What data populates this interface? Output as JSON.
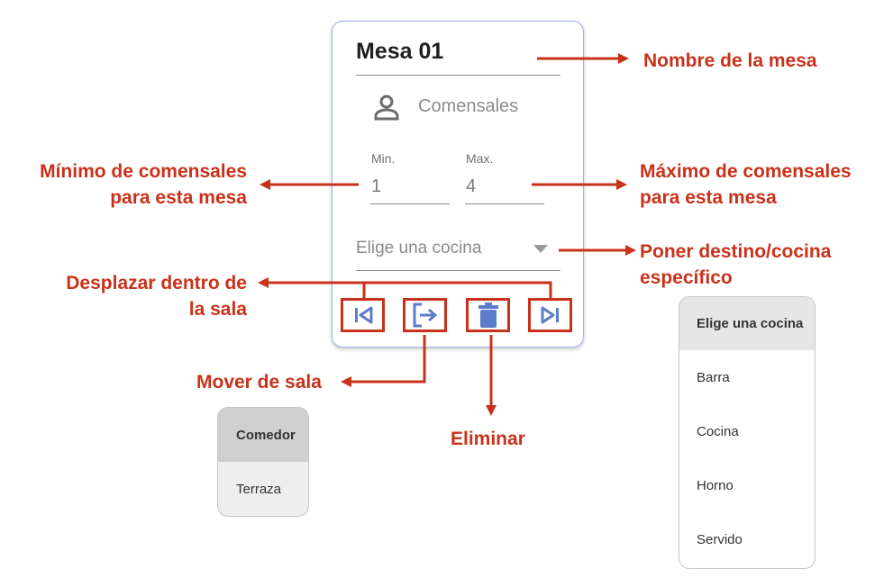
{
  "card": {
    "title": "Mesa 01",
    "diners_label": "Comensales",
    "min": {
      "label": "Min.",
      "value": "1"
    },
    "max": {
      "label": "Max.",
      "value": "4"
    },
    "kitchen_select": {
      "placeholder": "Elige una cocina"
    }
  },
  "toolbar": {
    "buttons": [
      {
        "icon": "skip-previous-icon"
      },
      {
        "icon": "move-room-icon"
      },
      {
        "icon": "trash-icon"
      },
      {
        "icon": "skip-next-icon"
      }
    ]
  },
  "annotations": {
    "nombre": "Nombre de la mesa",
    "minimo_1": "Mínimo de comensales",
    "minimo_2": "para esta mesa",
    "maximo_1": "Máximo de comensales",
    "maximo_2": "para esta mesa",
    "destino_1": "Poner destino/cocina",
    "destino_2": "específico",
    "desplazar_1": "Desplazar dentro de",
    "desplazar_2": "la sala",
    "mover": "Mover de sala",
    "eliminar": "Eliminar"
  },
  "room_menu": {
    "items": [
      "Comedor",
      "Terraza"
    ]
  },
  "kitchen_menu": {
    "items": [
      "Elige una cocina",
      "Barra",
      "Cocina",
      "Horno",
      "Servido"
    ]
  },
  "colors": {
    "accent": "#c8321a",
    "icon_blue": "#5b7cc8",
    "card_border": "#9fb0e6"
  }
}
